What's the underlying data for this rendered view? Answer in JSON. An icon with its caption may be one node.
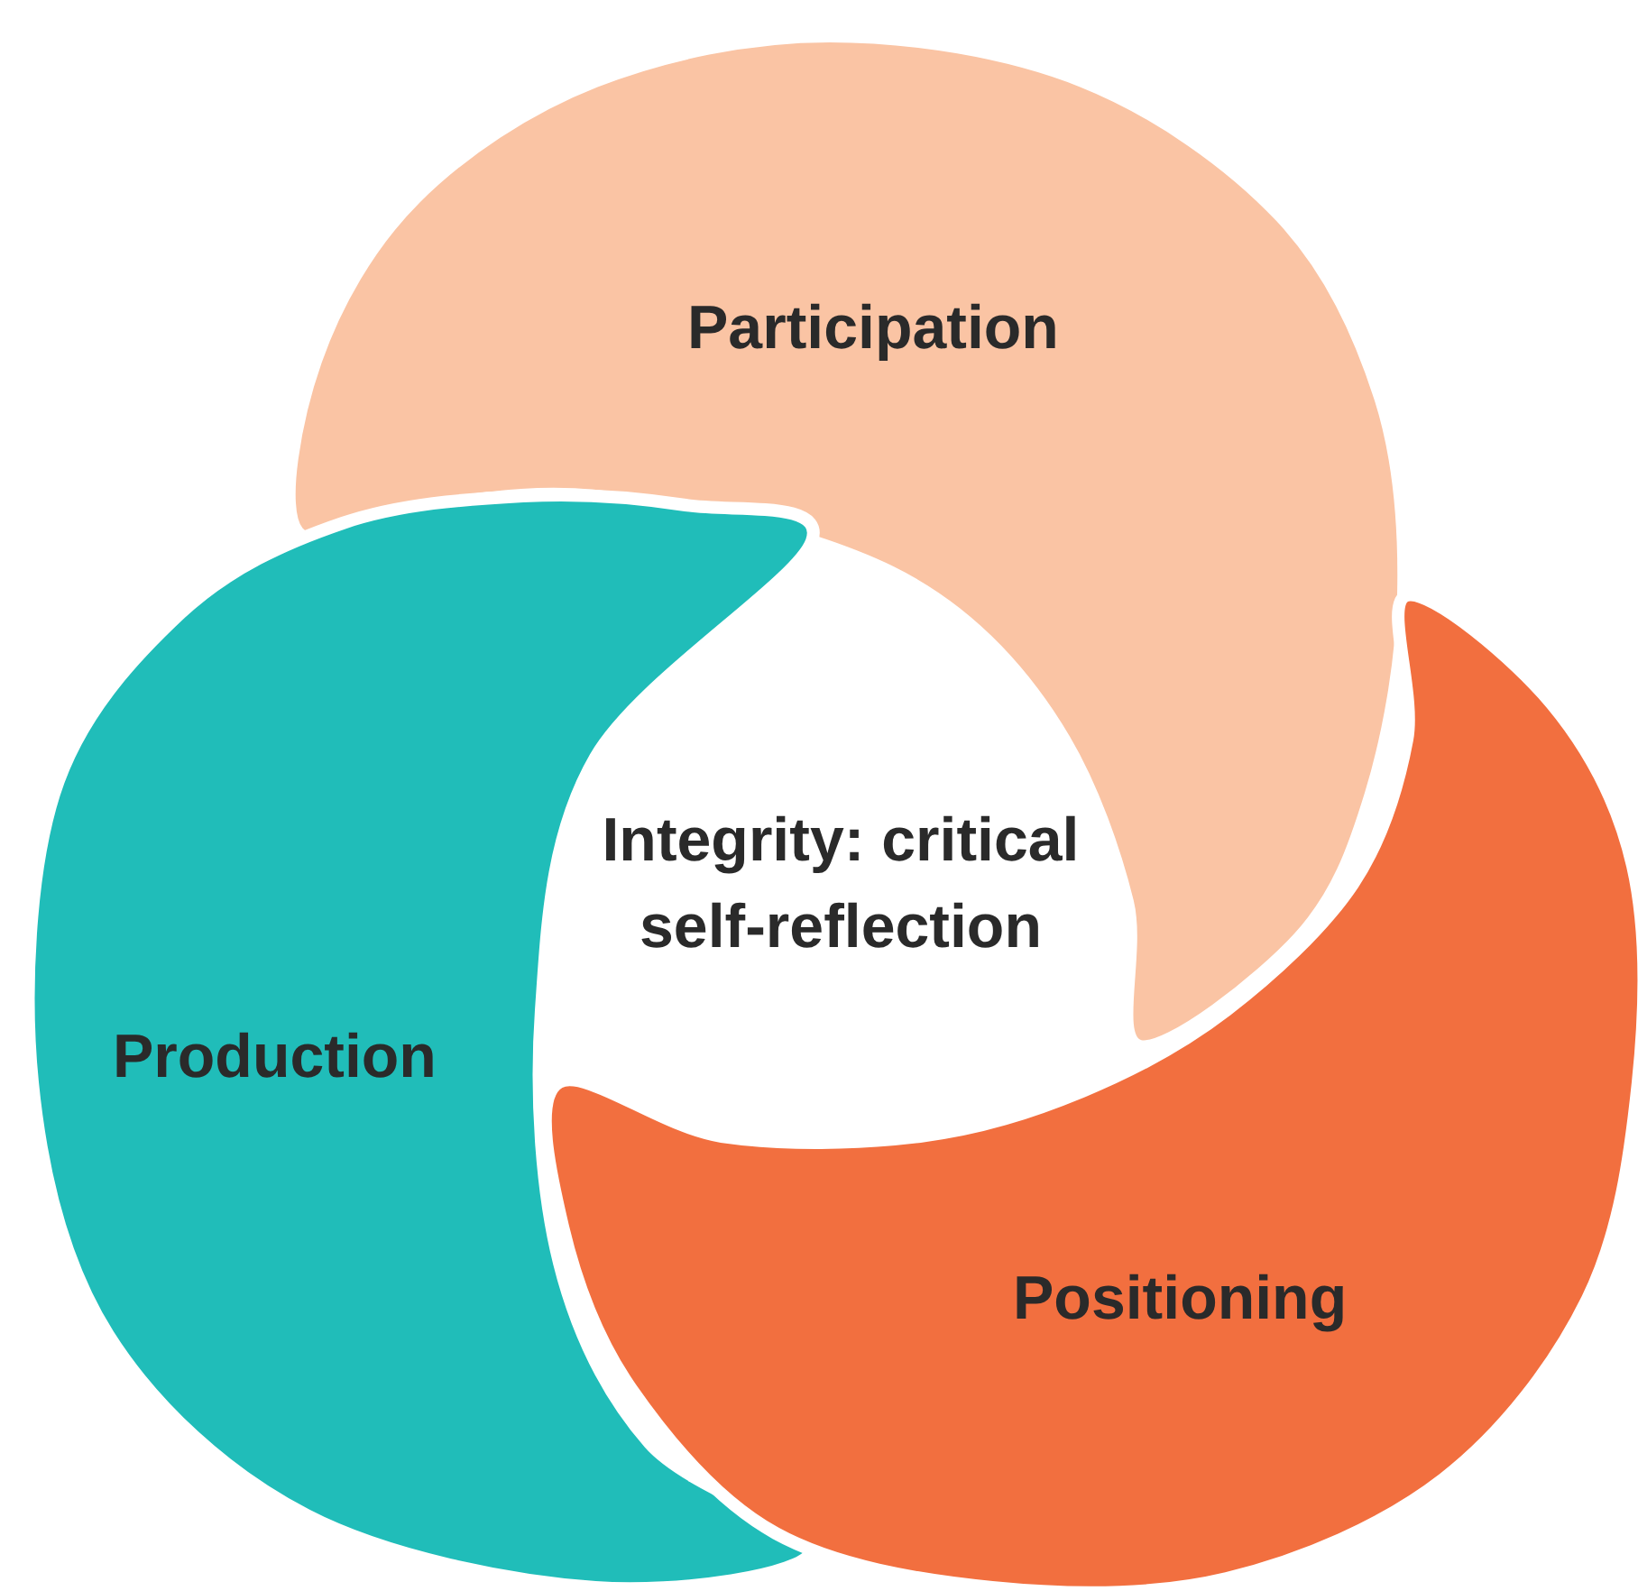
{
  "diagram": {
    "nodes": [
      {
        "text": [
          "Participation"
        ]
      },
      {
        "text": [
          "Production"
        ]
      },
      {
        "text": [
          "Positioning"
        ]
      },
      {
        "text": [
          "Integrity: critical self-reflection"
        ]
      }
    ]
  }
}
